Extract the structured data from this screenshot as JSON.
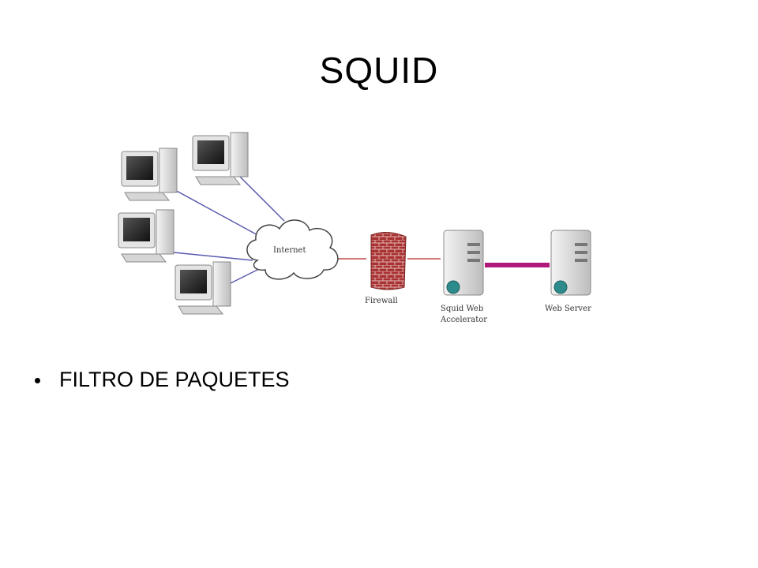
{
  "slide": {
    "title": "SQUID",
    "bullets": [
      "FILTRO DE PAQUETES"
    ]
  },
  "diagram": {
    "nodes": {
      "internet": "Internet",
      "firewall": "Firewall",
      "proxy_line1": "Squid Web",
      "proxy_line2": "Accelerator",
      "web_server": "Web Server"
    },
    "colors": {
      "client_link": "#5a5ab0",
      "firewall_link": "#c04a4a",
      "server_link": "#b0187a",
      "firewall_brick": "#a83232"
    }
  }
}
